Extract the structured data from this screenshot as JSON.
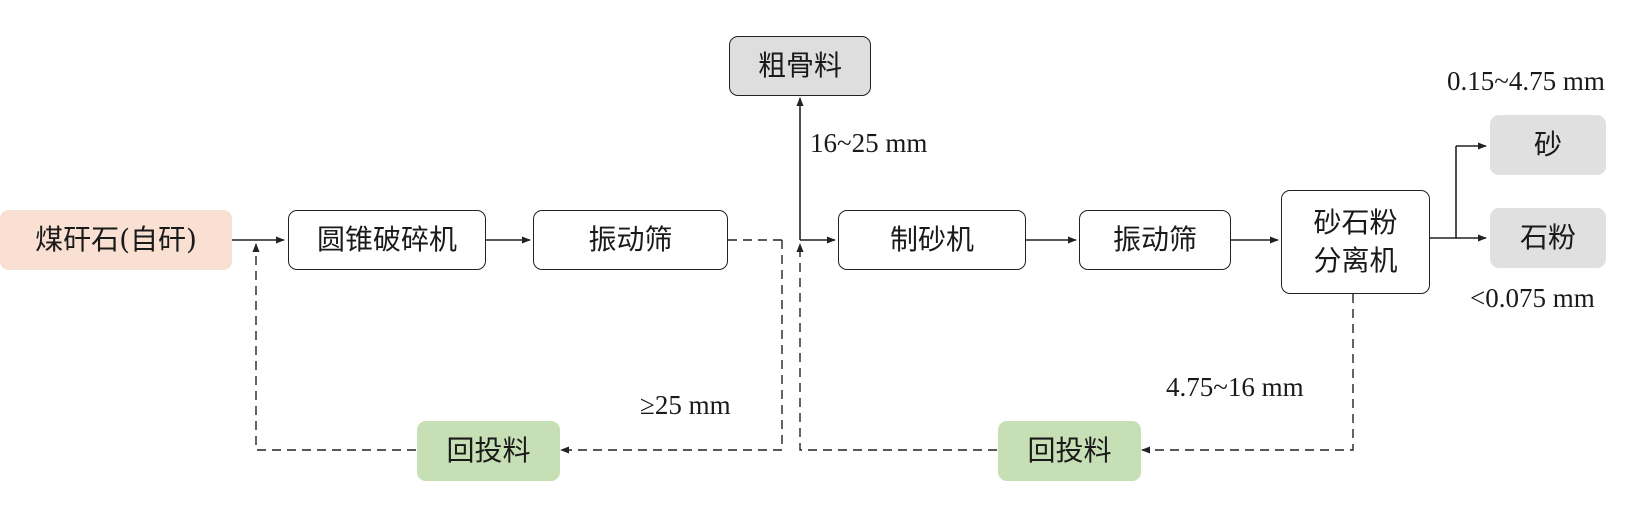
{
  "nodes": {
    "raw": "煤矸石(自矸)",
    "cone_crusher": "圆锥破碎机",
    "screen_1": "振动筛",
    "coarse_aggregate": "粗骨料",
    "sand_maker": "制砂机",
    "screen_2": "振动筛",
    "separator": "砂石粉\n分离机",
    "sand": "砂",
    "stone_powder": "石粉",
    "return_1": "回投料",
    "return_2": "回投料"
  },
  "labels": {
    "coarse_size": "16~25 mm",
    "sand_size": "0.15~4.75 mm",
    "powder_size": "<0.075 mm",
    "oversize": "≥25 mm",
    "return_size": "4.75~16 mm"
  },
  "colors": {
    "stroke": "#222222",
    "raw_fill": "#f9e0d2",
    "return_fill": "#c6dfb5",
    "product_fill": "#dedede"
  }
}
